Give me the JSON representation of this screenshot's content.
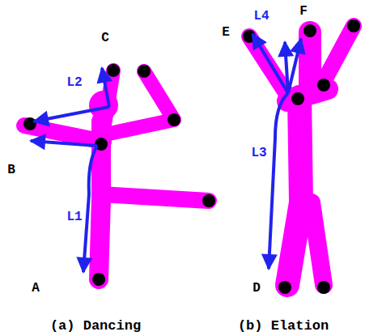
{
  "diagram": {
    "labels": [
      "C",
      "L2",
      "B",
      "L1",
      "A",
      "E",
      "L4",
      "F",
      "L3",
      "D",
      "(a) Dancing",
      "(b) Elation"
    ]
  }
}
